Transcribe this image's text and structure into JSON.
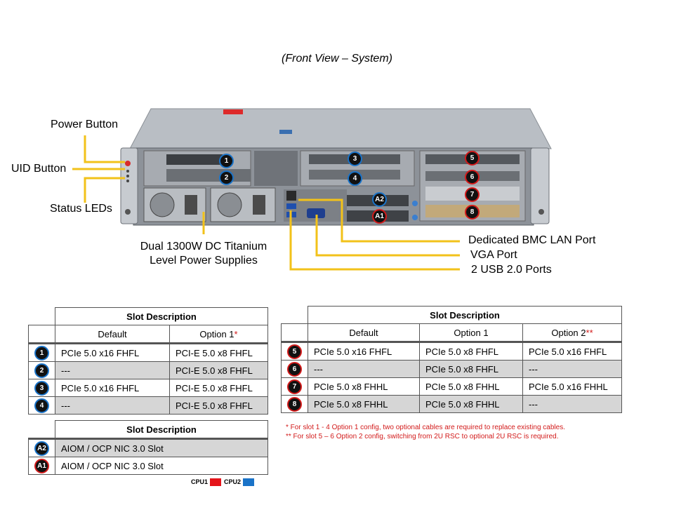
{
  "title": "(Front View – System)",
  "callouts": {
    "power_button": "Power Button",
    "uid_button": "UID Button",
    "status_leds": "Status LEDs",
    "psu_line1": "Dual 1300W DC Titanium",
    "psu_line2": "Level Power Supplies",
    "bmc_lan": "Dedicated BMC LAN Port",
    "vga": "VGA Port",
    "usb": "2 USB 2.0 Ports"
  },
  "chassis_markers": [
    "1",
    "2",
    "3",
    "4",
    "5",
    "6",
    "7",
    "8",
    "A2",
    "A1"
  ],
  "colors": {
    "cpu1": "#d21a1a",
    "cpu2": "#1a73c8",
    "callout_line": "#f2c21a"
  },
  "table_left": {
    "header": "Slot Description",
    "columns": [
      "Default",
      "Option 1",
      "*"
    ],
    "rows": [
      {
        "num": "1",
        "cpu": "cpu2",
        "default": "PCIe 5.0 x16 FHFL",
        "option1": "PCI-E 5.0 x8 FHFL"
      },
      {
        "num": "2",
        "cpu": "cpu2",
        "default": "---",
        "option1": "PCI-E 5.0 x8 FHFL"
      },
      {
        "num": "3",
        "cpu": "cpu2",
        "default": "PCIe 5.0 x16 FHFL",
        "option1": "PCI-E 5.0 x8 FHFL"
      },
      {
        "num": "4",
        "cpu": "cpu2",
        "default": "---",
        "option1": "PCI-E 5.0 x8 FHFL"
      }
    ]
  },
  "table_aiom": {
    "header": "Slot Description",
    "rows": [
      {
        "num": "A2",
        "cpu": "cpu2",
        "value": "AIOM  / OCP NIC 3.0 Slot"
      },
      {
        "num": "A1",
        "cpu": "cpu1",
        "value": "AIOM  / OCP NIC 3.0 Slot"
      }
    ]
  },
  "table_right": {
    "header": "Slot Description",
    "columns": [
      "Default",
      "Option 1",
      "Option 2",
      "**"
    ],
    "rows": [
      {
        "num": "5",
        "cpu": "cpu1",
        "default": "PCIe 5.0 x16 FHFL",
        "option1": "PCIe 5.0 x8 FHFL",
        "option2": "PCIe 5.0 x16 FHFL"
      },
      {
        "num": "6",
        "cpu": "cpu1",
        "default": "---",
        "option1": "PCIe 5.0 x8 FHFL",
        "option2": "---"
      },
      {
        "num": "7",
        "cpu": "cpu1",
        "default": "PCIe 5.0 x8 FHHL",
        "option1": "PCIe 5.0 x8 FHHL",
        "option2": "PCIe 5.0 x16 FHHL"
      },
      {
        "num": "8",
        "cpu": "cpu1",
        "default": "PCIe 5.0 x8 FHHL",
        "option1": "PCIe 5.0 x8 FHHL",
        "option2": "---"
      }
    ]
  },
  "notes": [
    "* For slot 1 - 4 Option 1 config, two optional cables are required to replace existing cables.",
    "** For slot 5 – 6 Option 2 config, switching from 2U RSC to optional 2U RSC is required."
  ],
  "legend": {
    "cpu1": "CPU1",
    "cpu2": "CPU2"
  }
}
